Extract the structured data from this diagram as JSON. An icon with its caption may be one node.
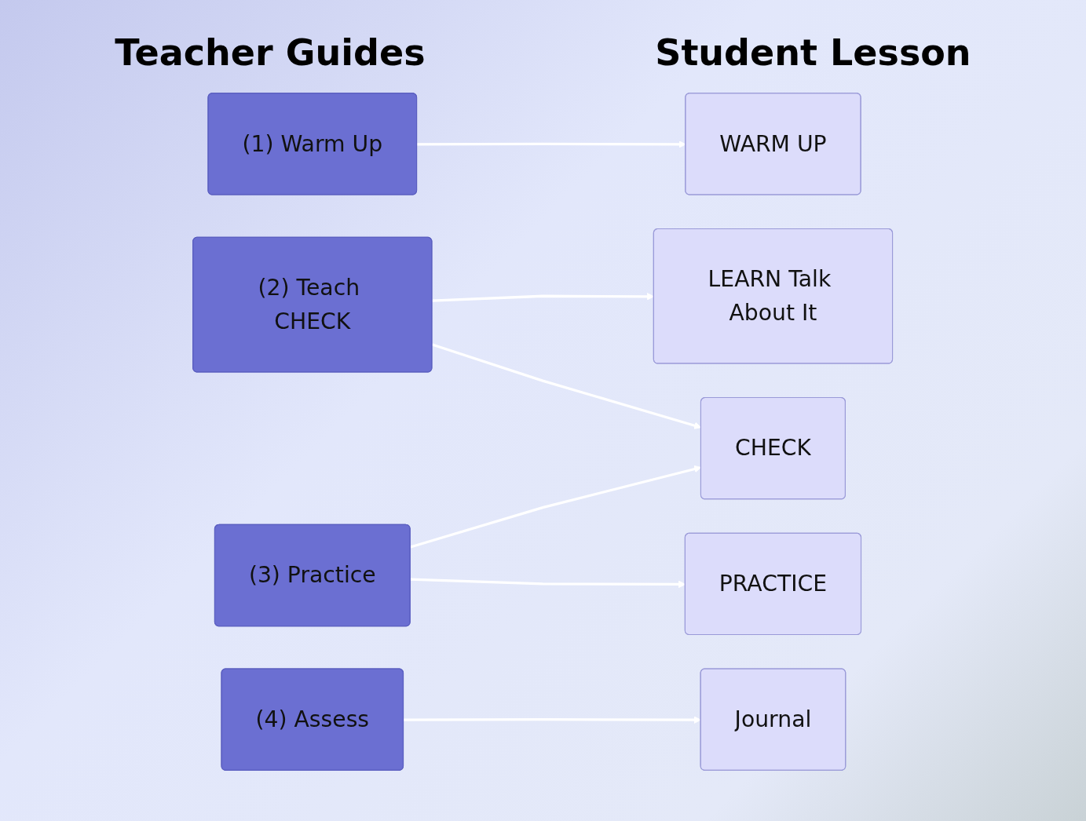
{
  "diagram": {
    "nodes": [
      {
        "text": [
          "(1) Warm Up"
        ]
      },
      {
        "text": [
          "(2) Teach CHECK"
        ]
      },
      {
        "text": [
          "(3) Practice"
        ]
      },
      {
        "text": [
          "(4) Assess"
        ]
      },
      {
        "text": [
          "WARM UP"
        ]
      },
      {
        "text": [
          "LEARN Talk About It"
        ]
      },
      {
        "text": [
          "CHECK"
        ]
      },
      {
        "text": [
          "PRACTICE"
        ]
      },
      {
        "text": [
          "Journal"
        ]
      }
    ],
    "edges": [
      {
        "from": 0,
        "to": 4,
        "arrow": "to"
      },
      {
        "from": 1,
        "to": 5,
        "arrow": "to"
      },
      {
        "from": 1,
        "to": 6,
        "arrow": "to"
      },
      {
        "from": 2,
        "to": 6,
        "arrow": "to"
      },
      {
        "from": 2,
        "to": 7,
        "arrow": "to"
      },
      {
        "from": 3,
        "to": 8,
        "arrow": "to"
      }
    ],
    "labels": [
      "Teacher Guides",
      "Student Lesson"
    ]
  }
}
